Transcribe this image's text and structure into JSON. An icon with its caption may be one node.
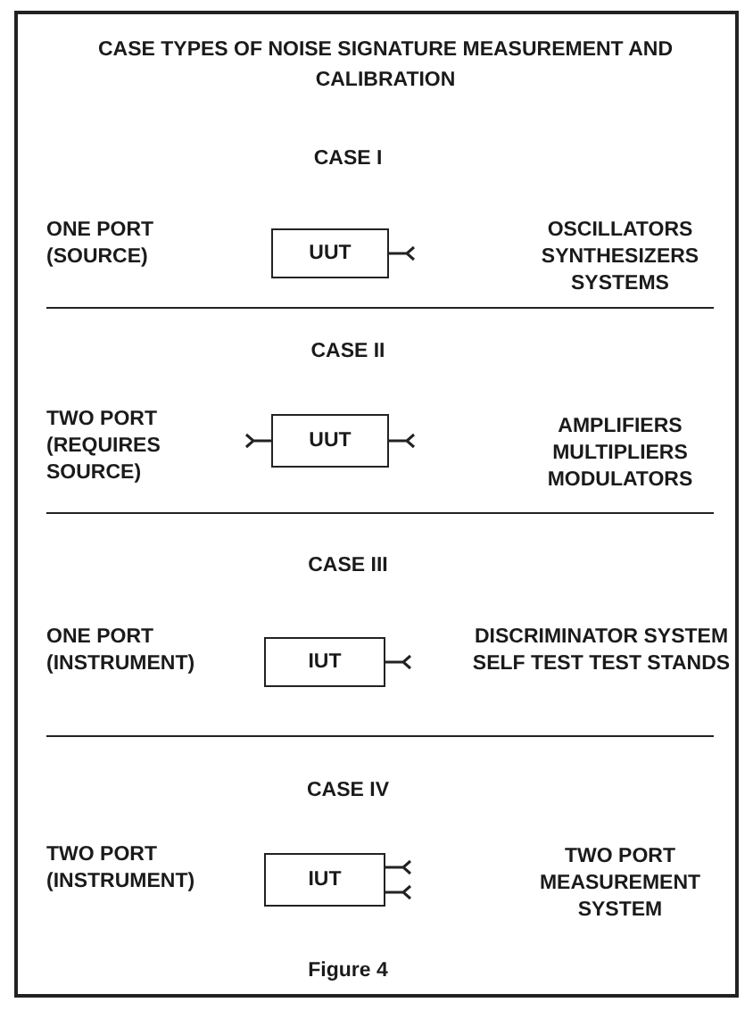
{
  "diagram": {
    "title": "CASE TYPES OF NOISE SIGNATURE MEASUREMENT AND CALIBRATION",
    "caption": "Figure 4",
    "nodes": [
      {
        "text": [
          "UUT"
        ]
      },
      {
        "text": [
          "UUT"
        ]
      },
      {
        "text": [
          "IUT"
        ]
      },
      {
        "text": [
          "IUT"
        ]
      }
    ],
    "edges": [],
    "labels": [
      "CASE I",
      "ONE PORT (SOURCE)",
      "OSCILLATORS SYNTHESIZERS SYSTEMS",
      "CASE II",
      "TWO PORT (REQUIRES SOURCE)",
      "AMPLIFIERS MULTIPLIERS MODULATORS",
      "CASE III",
      "ONE PORT (INSTRUMENT)",
      "DISCRIMINATOR SYSTEM SELF TEST TEST STANDS",
      "CASE IV",
      "TWO PORT (INSTRUMENT)",
      "TWO PORT MEASUREMENT SYSTEM"
    ]
  }
}
